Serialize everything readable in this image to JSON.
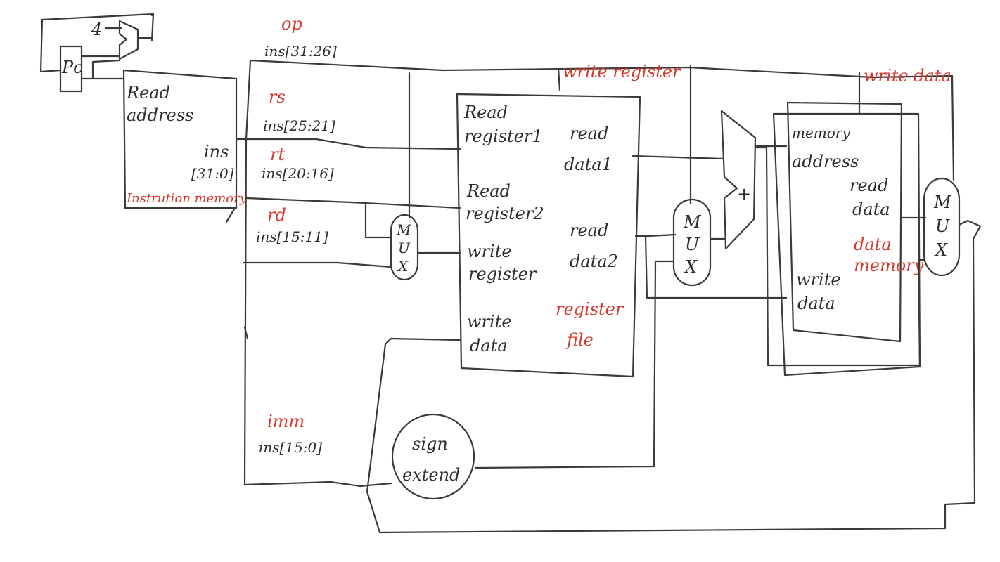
{
  "colors": {
    "ink": "#3a3a3a",
    "annotation": "#d63a2e",
    "background": "#ffffff"
  },
  "pc": {
    "label": "Pc",
    "increment": "4"
  },
  "instruction_memory": {
    "read_address_1": "Read",
    "read_address_2": "address",
    "output_1": "ins",
    "output_2": "[31:0]",
    "title": "Instrution memory"
  },
  "fields": {
    "op_tag": "op",
    "op": "ins[31:26]",
    "rs_tag": "rs",
    "rs": "ins[25:21]",
    "rt_tag": "rt",
    "rt": "ins[20:16]",
    "rd_tag": "rd",
    "rd": "ins[15:11]",
    "imm_tag": "imm",
    "imm": "ins[15:0]"
  },
  "register_file": {
    "read_register1_1": "Read",
    "read_register1_2": "register1",
    "read_register2_1": "Read",
    "read_register2_2": "register2",
    "write_register_1": "write",
    "write_register_2": "register",
    "write_data_1": "write",
    "write_data_2": "data",
    "read_data1_1": "read",
    "read_data1_2": "data1",
    "read_data2_1": "read",
    "read_data2_2": "data2",
    "title_1": "register",
    "title_2": "file",
    "control_tag": "write register"
  },
  "mux_labels": {
    "m": "M",
    "u": "U",
    "x": "X"
  },
  "alu": {
    "label": "+"
  },
  "data_memory": {
    "memory_address_1": "memory",
    "memory_address_2": "address",
    "read_data_1": "read",
    "read_data_2": "data",
    "write_data_1": "write",
    "write_data_2": "data",
    "title_1": "data",
    "title_2": "memory",
    "control_tag": "write data"
  },
  "sign_extend": {
    "line_1": "sign",
    "line_2": "extend"
  }
}
